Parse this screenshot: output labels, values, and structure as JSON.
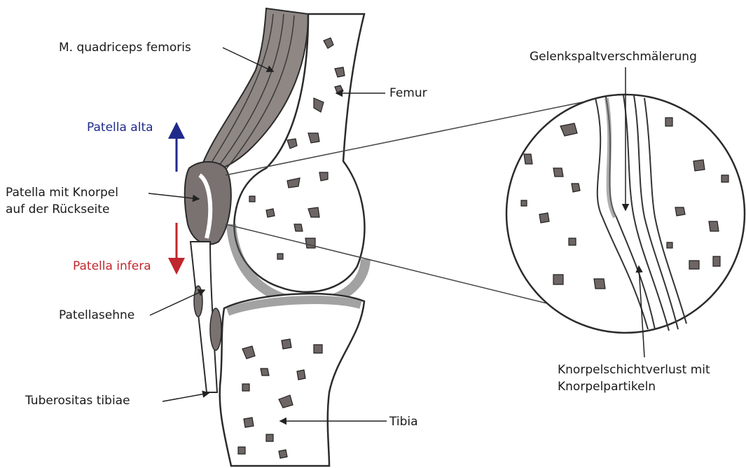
{
  "labels": {
    "quadriceps": "M. quadriceps femoris",
    "femur": "Femur",
    "patella_alta": "Patella alta",
    "patella_knorpel_line1": "Patella mit Knorpel",
    "patella_knorpel_line2": "auf der Rückseite",
    "patella_infera": "Patella infera",
    "patellasehne": "Patellasehne",
    "tuberositas": "Tuberositas tibiae",
    "tibia": "Tibia",
    "gelenkspalt": "Gelenkspaltverschmälerung",
    "knorpelverlust_line1": "Knorpelschichtverlust mit",
    "knorpelverlust_line2": "Knorpelpartikeln"
  },
  "colors": {
    "patella_alta": "#1f2a8a",
    "patella_infera": "#c0262d",
    "ink": "#333333",
    "bone_fill": "#7a7270"
  }
}
